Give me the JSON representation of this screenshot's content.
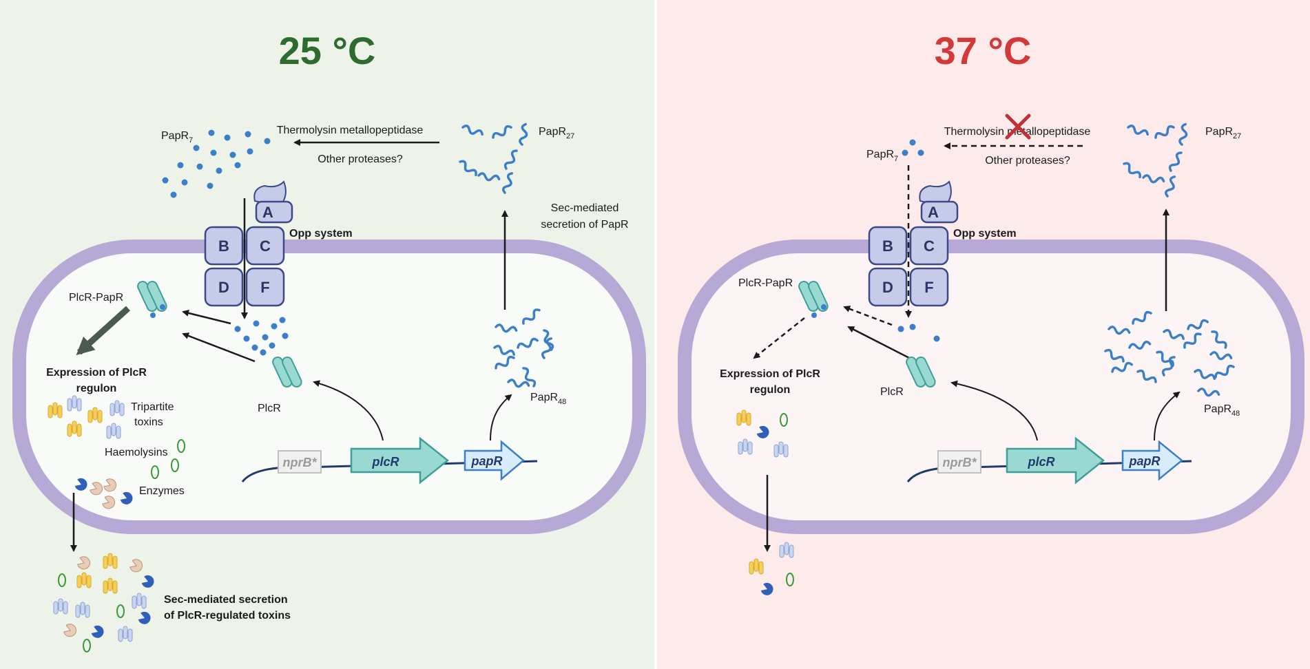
{
  "colors": {
    "left_bg": "#eef3ea",
    "right_bg": "#fdeaea",
    "left_title": "#2e6b2e",
    "right_title": "#d23a3a",
    "membrane": "#b7a9d6",
    "papr_blue": "#3a7fc8",
    "plcr_teal": "#9ad8d2",
    "opp_fill": "#c5cbe8",
    "cross_red": "#c0303a"
  },
  "left": {
    "title": "25 °C",
    "papr7": "PapR",
    "papr7_sub": "7",
    "protease_name": "Thermolysin metallopeptidase",
    "other_proteases": "Other proteases?",
    "papr27": "PapR",
    "papr27_sub": "27",
    "sec_secretion_line1": "Sec-mediated",
    "sec_secretion_line2": "secretion of PapR",
    "opp_label": "Opp system",
    "opp_a": "A",
    "opp_b": "B",
    "opp_c": "C",
    "opp_d": "D",
    "opp_f": "F",
    "plcr_papr": "PlcR-PapR",
    "expression_line1": "Expression of PlcR",
    "expression_line2": "regulon",
    "tripartite_line1": "Tripartite",
    "tripartite_line2": "toxins",
    "haemolysins": "Haemolysins",
    "enzymes": "Enzymes",
    "plcr": "PlcR",
    "papr48": "PapR",
    "papr48_sub": "48",
    "gene_nprb": "nprB*",
    "gene_plcr": "plcR",
    "gene_papr": "papR",
    "toxin_secretion_line1": "Sec-mediated secretion",
    "toxin_secretion_line2": "of PlcR-regulated toxins"
  },
  "right": {
    "title": "37 °C",
    "papr7": "PapR",
    "papr7_sub": "7",
    "protease_name": "Thermolysin metallopeptidase",
    "other_proteases": "Other proteases?",
    "papr27": "PapR",
    "papr27_sub": "27",
    "opp_label": "Opp system",
    "opp_a": "A",
    "opp_b": "B",
    "opp_c": "C",
    "opp_d": "D",
    "opp_f": "F",
    "plcr_papr": "PlcR-PapR",
    "expression_line1": "Expression of PlcR",
    "expression_line2": "regulon",
    "plcr": "PlcR",
    "papr48": "PapR",
    "papr48_sub": "48",
    "gene_nprb": "nprB*",
    "gene_plcr": "plcR",
    "gene_papr": "papR"
  }
}
